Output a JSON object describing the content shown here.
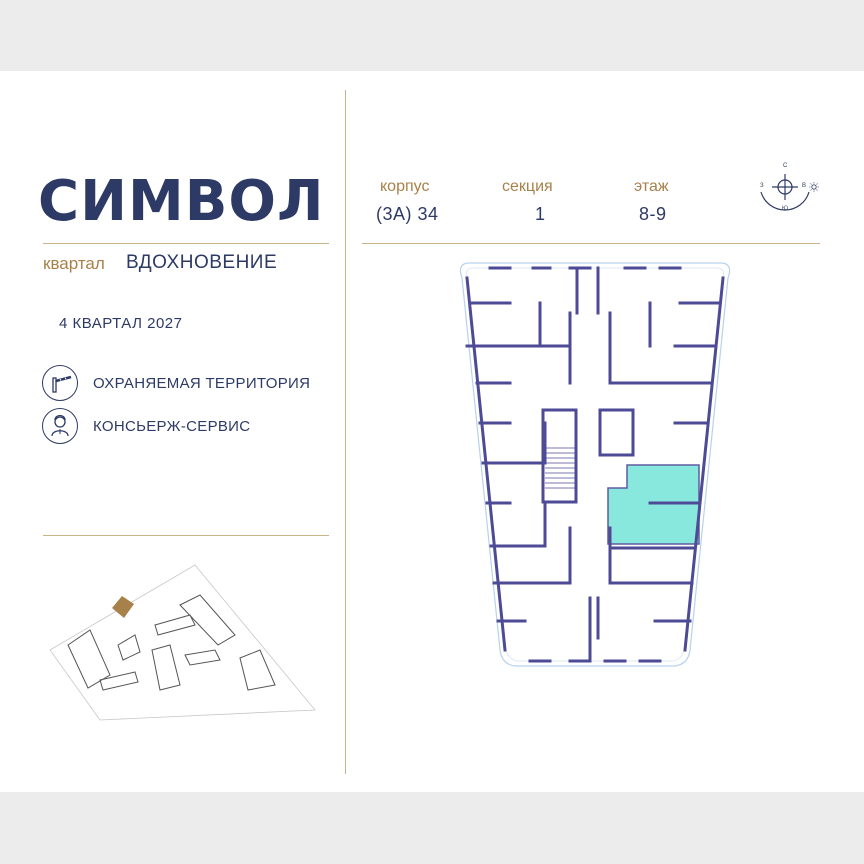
{
  "brand": {
    "title": "СИМВОЛ"
  },
  "quarter": {
    "label": "квартал",
    "name": "ВДОХНОВЕНИЕ"
  },
  "completion": "4 КВАРТАЛ 2027",
  "features": [
    {
      "icon": "barrier-icon",
      "label": "ОХРАНЯЕМАЯ ТЕРРИТОРИЯ"
    },
    {
      "icon": "concierge-icon",
      "label": "КОНСЬЕРЖ-СЕРВИС"
    }
  ],
  "info": {
    "building": {
      "label": "корпус",
      "value": "(3А) 34"
    },
    "section": {
      "label": "секция",
      "value": "1"
    },
    "floor": {
      "label": "этаж",
      "value": "8-9"
    }
  },
  "compass": {
    "north": "С",
    "south": "Ю",
    "west": "З",
    "east": "В"
  },
  "colors": {
    "brand": "#2e3a66",
    "gold": "#a8814a",
    "walls": "#4d4a96",
    "highlight": "#7ce6da"
  }
}
